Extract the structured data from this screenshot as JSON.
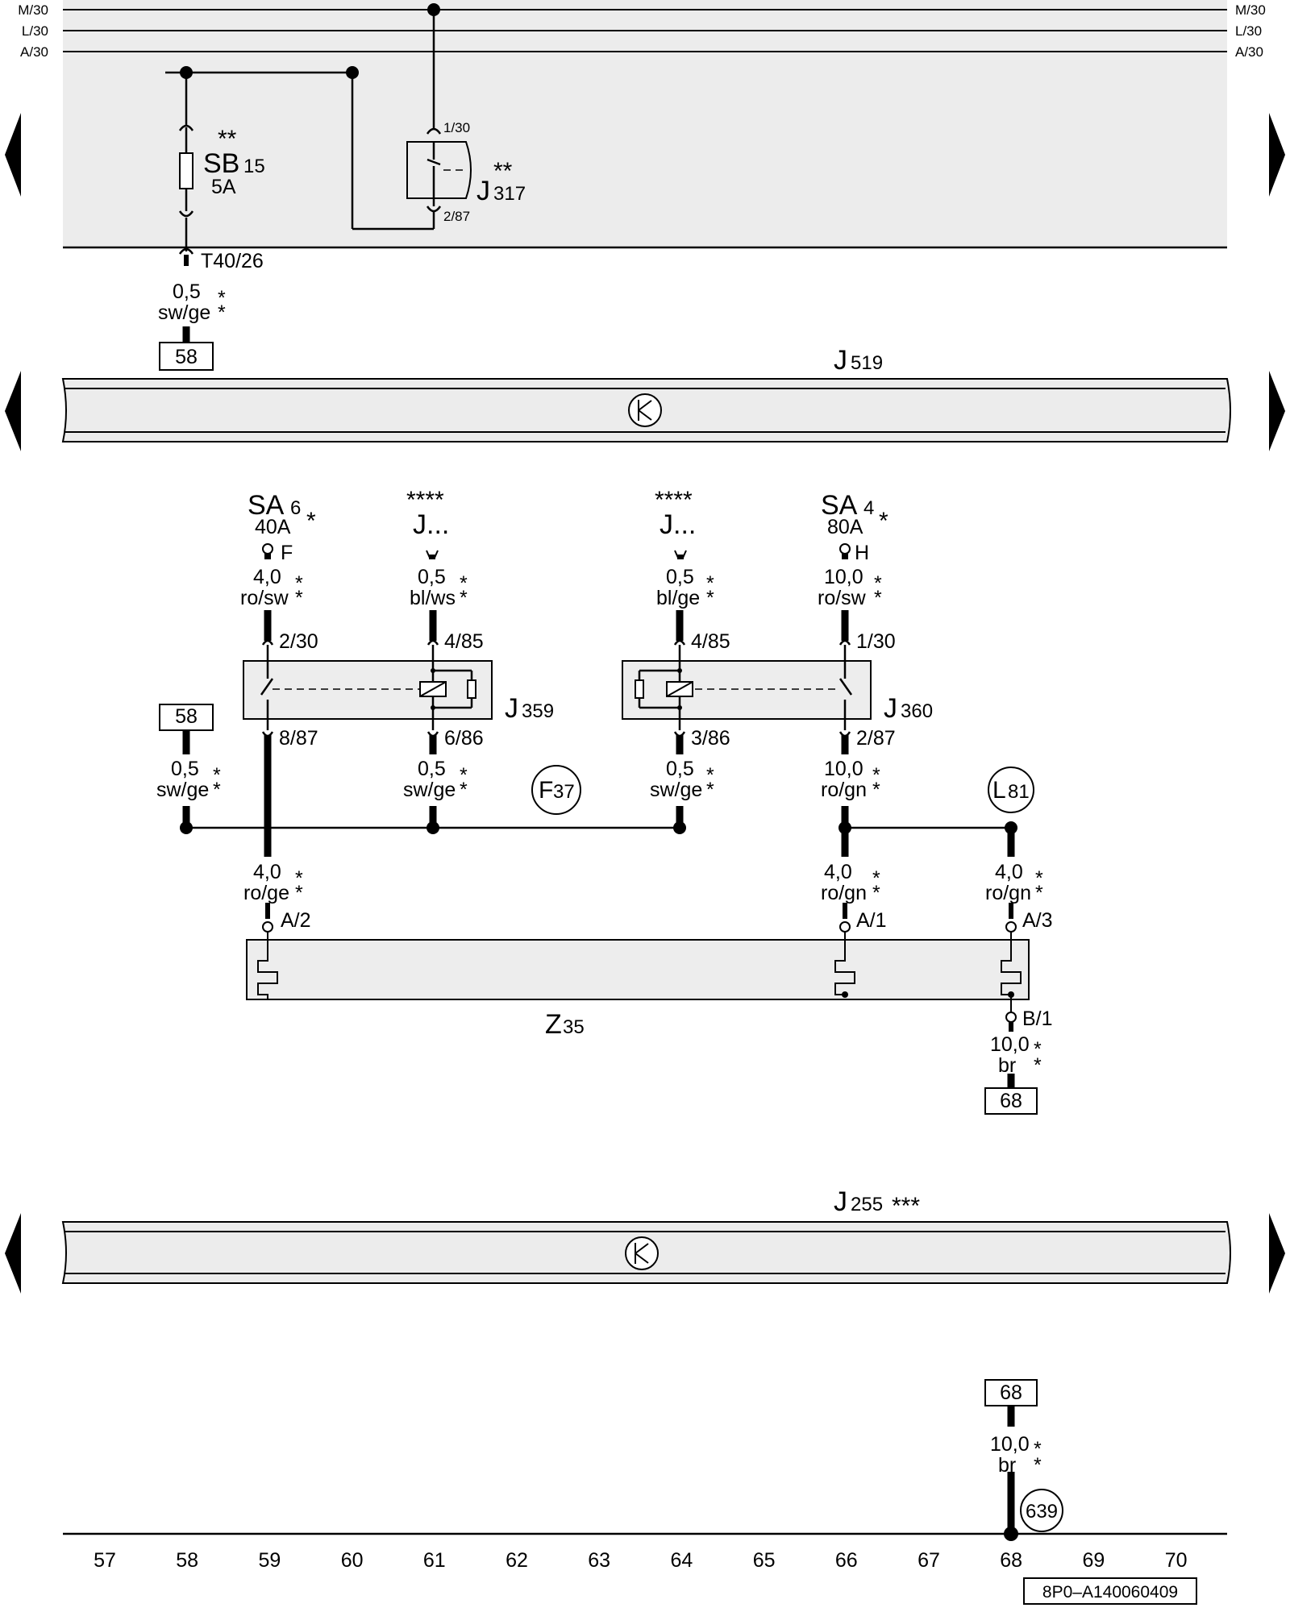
{
  "rails": {
    "left": [
      "M/30",
      "L/30",
      "A/30"
    ],
    "right": [
      "M/30",
      "L/30",
      "A/30"
    ]
  },
  "fuse_sb15": {
    "code": "SB",
    "index": "15",
    "rating": "5A",
    "note": "**",
    "connector": "T40/26",
    "wire_size": "0,5",
    "wire_color": "sw/ge",
    "star": "*",
    "ref": "58"
  },
  "relay_j317": {
    "code": "J",
    "index": "317",
    "note": "**",
    "pin_top": "1/30",
    "pin_bottom": "2/87"
  },
  "bus_j519": {
    "code": "J",
    "index": "519"
  },
  "bus_j255": {
    "code": "J",
    "index": "255",
    "note": "***"
  },
  "feeds": {
    "sa6": {
      "code": "SA",
      "index": "6",
      "rating": "40A",
      "star": "*",
      "terminal": "F",
      "wire_size": "4,0",
      "wire_color": "ro/sw"
    },
    "j_left": {
      "note": "****",
      "label": "J...",
      "wire_size": "0,5",
      "wire_color": "bl/ws"
    },
    "j_right": {
      "note": "****",
      "label": "J...",
      "wire_size": "0,5",
      "wire_color": "bl/ge"
    },
    "sa4": {
      "code": "SA",
      "index": "4",
      "rating": "80A",
      "star": "*",
      "terminal": "H",
      "wire_size": "10,0",
      "wire_color": "ro/sw"
    }
  },
  "relay_j359": {
    "code": "J",
    "index": "359",
    "pins": {
      "in_switch": "2/30",
      "in_coil": "4/85",
      "out_switch": "8/87",
      "out_coil": "6/86"
    }
  },
  "relay_j360": {
    "code": "J",
    "index": "360",
    "pins": {
      "in_coil": "4/85",
      "in_switch": "1/30",
      "out_coil": "3/86",
      "out_switch": "2/87"
    }
  },
  "lower_wires": {
    "ref_58": "58",
    "w_left": {
      "size": "0,5",
      "color": "sw/ge"
    },
    "w_j359_coil": {
      "size": "0,5",
      "color": "sw/ge"
    },
    "w_j360_coil": {
      "size": "0,5",
      "color": "sw/ge"
    },
    "w_j360_sw": {
      "size": "10,0",
      "color": "ro/gn"
    },
    "f37": {
      "code": "F",
      "index": "37"
    },
    "l81": {
      "code": "L",
      "index": "81"
    }
  },
  "heater_z35": {
    "code": "Z",
    "index": "35",
    "feeds": [
      {
        "size": "4,0",
        "color": "ro/ge",
        "pin": "A/2"
      },
      {
        "size": "4,0",
        "color": "ro/gn",
        "pin": "A/1"
      },
      {
        "size": "4,0",
        "color": "ro/gn",
        "pin": "A/3"
      }
    ],
    "out_pin": "B/1",
    "out_size": "10,0",
    "out_color": "br",
    "out_ref": "68"
  },
  "ground": {
    "ref": "68",
    "size": "10,0",
    "color": "br",
    "point": "639"
  },
  "columns": [
    "57",
    "58",
    "59",
    "60",
    "61",
    "62",
    "63",
    "64",
    "65",
    "66",
    "67",
    "68",
    "69",
    "70"
  ],
  "figure_code": "8P0–A140060409",
  "star": "*"
}
